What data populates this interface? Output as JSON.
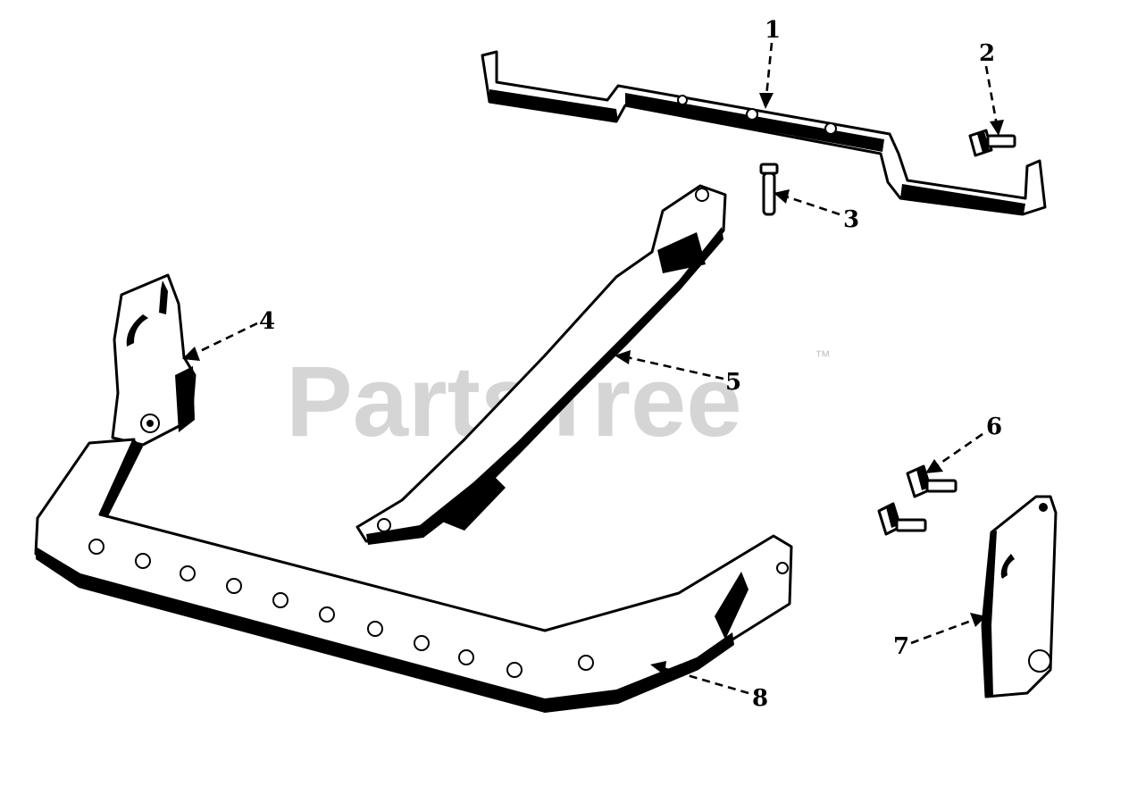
{
  "watermark": {
    "text": "PartsTree",
    "trademark": "™"
  },
  "callouts": [
    {
      "id": "1",
      "label": "1"
    },
    {
      "id": "2",
      "label": "2"
    },
    {
      "id": "3",
      "label": "3"
    },
    {
      "id": "4",
      "label": "4"
    },
    {
      "id": "5",
      "label": "5"
    },
    {
      "id": "6",
      "label": "6"
    },
    {
      "id": "7",
      "label": "7"
    },
    {
      "id": "8",
      "label": "8"
    }
  ]
}
